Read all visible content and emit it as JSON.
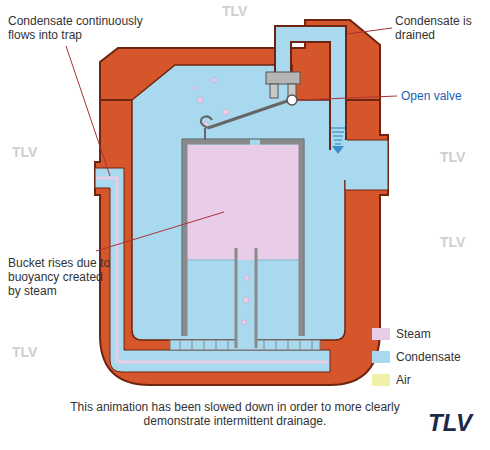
{
  "diagram": {
    "caption": "This animation has been slowed down in order to more clearly demonstrate intermittent drainage.",
    "labels": [
      "Condensate continuously flows into trap",
      "Condensate is drained",
      "Open valve",
      "Bucket rises due to buoyancy created by steam",
      "TLV",
      "TLV",
      "TLV",
      "TLV",
      "TLV",
      "TLV"
    ],
    "legend": [
      {
        "text": "Steam",
        "color": "#e8cce8"
      },
      {
        "text": "Condensate",
        "color": "#a9d9ee"
      },
      {
        "text": "Air",
        "color": "#f0f0a8"
      }
    ]
  }
}
